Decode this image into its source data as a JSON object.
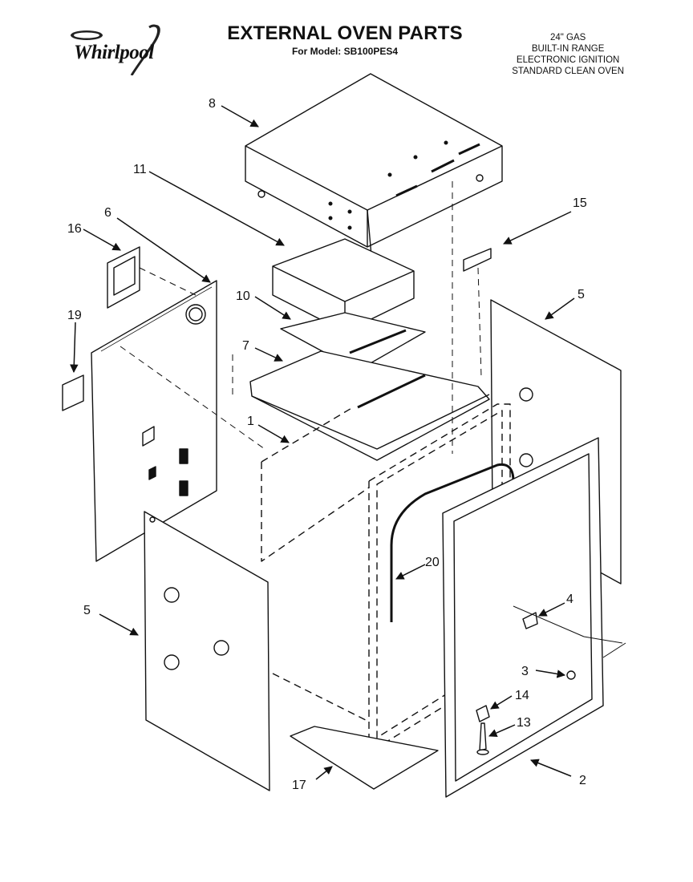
{
  "header": {
    "brand": "Whirlpool",
    "title": "EXTERNAL OVEN PARTS",
    "model_line": "For Model: SB100PES4",
    "specs": [
      "24\" GAS",
      "BUILT-IN RANGE",
      "ELECTRONIC IGNITION",
      "STANDARD CLEAN OVEN"
    ]
  },
  "callouts": {
    "c8": "8",
    "c11": "11",
    "c6": "6",
    "c16": "16",
    "c19": "19",
    "c10": "10",
    "c7": "7",
    "c1": "1",
    "c15": "15",
    "c5a": "5",
    "c20": "20",
    "c4": "4",
    "c3": "3",
    "c14": "14",
    "c13": "13",
    "c5b": "5",
    "c17": "17",
    "c2": "2"
  }
}
